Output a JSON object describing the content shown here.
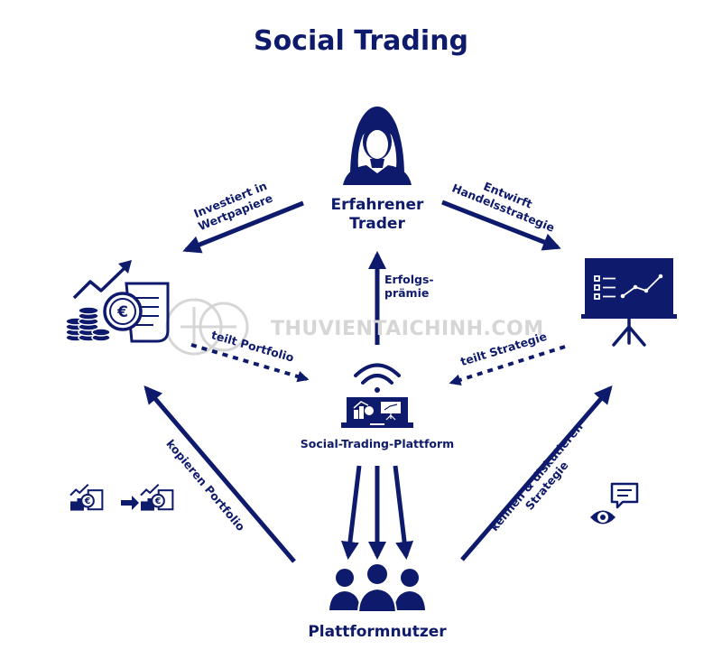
{
  "title": "Social Trading",
  "nodes": {
    "trader": "Erfahrener\nTrader",
    "platform": "Social-Trading-Plattform",
    "users": "Plattformnutzer"
  },
  "edges": {
    "invests": "Investiert in\nWertpapiere",
    "designs": "Entwirft\nHandelsstrategie",
    "bonus": "Erfolgs-\nprämie",
    "shares_portfolio": "teilt Portfolio",
    "shares_strategy": "teilt Strategie",
    "copy_portfolio": "kopieren Portfolio",
    "discuss_strategy": "kennen & diskutieren\nStrategie"
  },
  "watermark": "THUVIENTAICHINH.COM",
  "colors": {
    "primary": "#0e1a6b",
    "watermark": "#d6d6d6",
    "background": "#ffffff"
  }
}
